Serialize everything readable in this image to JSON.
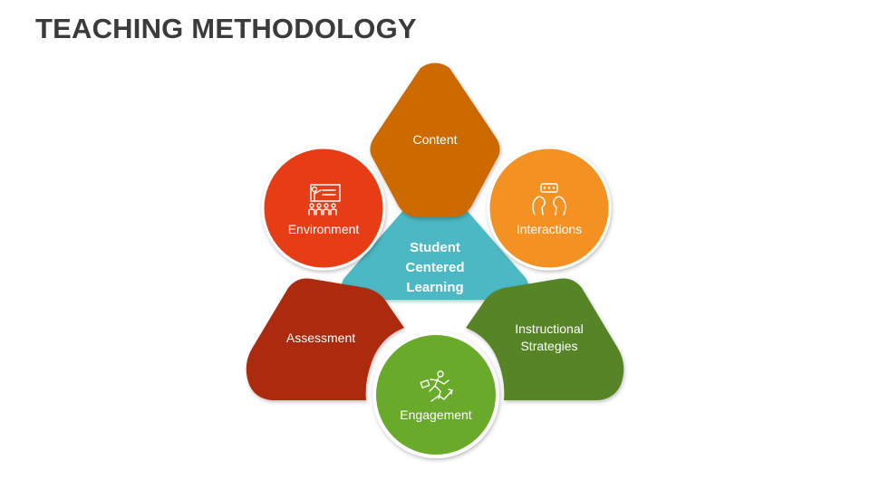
{
  "slide": {
    "title": "TEACHING METHODOLOGY"
  },
  "center": {
    "lines": [
      "Student",
      "Centered",
      "Learning"
    ],
    "color": "#4cb8c4"
  },
  "segments": [
    {
      "id": "content",
      "lines": [
        "Content"
      ],
      "color": "#cc6a06",
      "icon": null
    },
    {
      "id": "interactions",
      "lines": [
        "Interactions"
      ],
      "color": "#f39224",
      "icon": "discussion-icon"
    },
    {
      "id": "instructional-strategies",
      "lines": [
        "Instructional",
        "Strategies"
      ],
      "color": "#568425",
      "icon": null
    },
    {
      "id": "engagement",
      "lines": [
        "Engagement"
      ],
      "color": "#6aaa2b",
      "icon": "runner-chart-icon"
    },
    {
      "id": "assessment",
      "lines": [
        "Assessment"
      ],
      "color": "#ac2a0f",
      "icon": null
    },
    {
      "id": "environment",
      "lines": [
        "Environment"
      ],
      "color": "#e73d16",
      "icon": "classroom-icon"
    }
  ]
}
